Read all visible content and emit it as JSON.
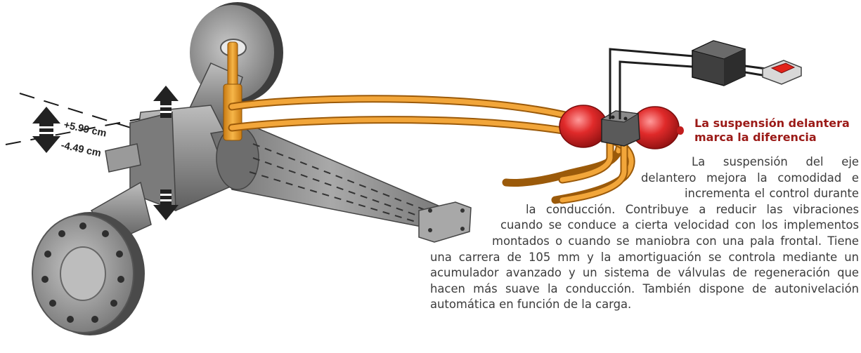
{
  "measurements": {
    "up_travel": "+5.99 cm",
    "down_travel": "-4.49 cm"
  },
  "callout": {
    "title": "La suspensión delantera marca la diferencia",
    "body": "La suspensión del eje delantero mejora la comodidad e incrementa el control durante la conducción. Contribuye a reducir las vibraciones cuando se conduce a cierta velocidad con los implementos montados o cuando se maniobra con una pala frontal. Tiene una carrera de 105 mm y la amortiguación se controla mediante un acumulador avanzado y un sistema de válvulas de regeneración que hacen más suave la conducción. También dispone de autonivelación automática en función de la carga."
  },
  "colors": {
    "axle": "#8a8a8a",
    "hydraulic_lines": "#f0a02a",
    "accumulators": "#d92b2b",
    "title_accent": "#9b1a17",
    "switch": "#e2231a"
  }
}
